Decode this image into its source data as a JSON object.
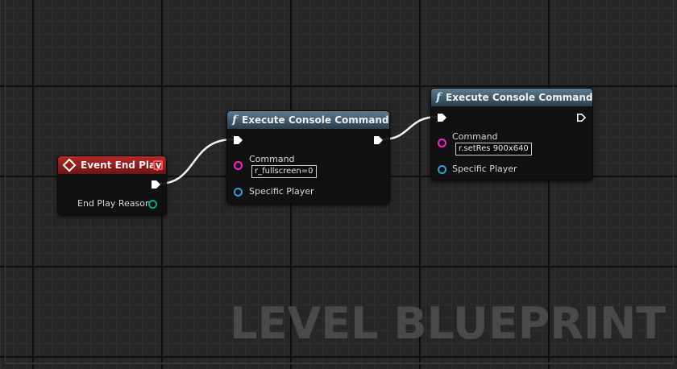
{
  "nodes": {
    "event_end_play": {
      "title": "Event End Play",
      "output_pin_label": "End Play Reason",
      "header_color": "#a82424"
    },
    "exec_cmd_1": {
      "title": "Execute Console Command",
      "command_label": "Command",
      "command_value": "r_fullscreen=0",
      "specific_player_label": "Specific Player"
    },
    "exec_cmd_2": {
      "title": "Execute Console Command",
      "command_label": "Command",
      "command_value": "r.setRes 900x640",
      "specific_player_label": "Specific Player"
    }
  },
  "colors": {
    "string_pin": "#ff1fd4",
    "object_pin": "#2ea0d8",
    "enum_pin": "#00a890",
    "function_header": "#4a6475"
  },
  "watermark": "LEVEL BLUEPRINT"
}
